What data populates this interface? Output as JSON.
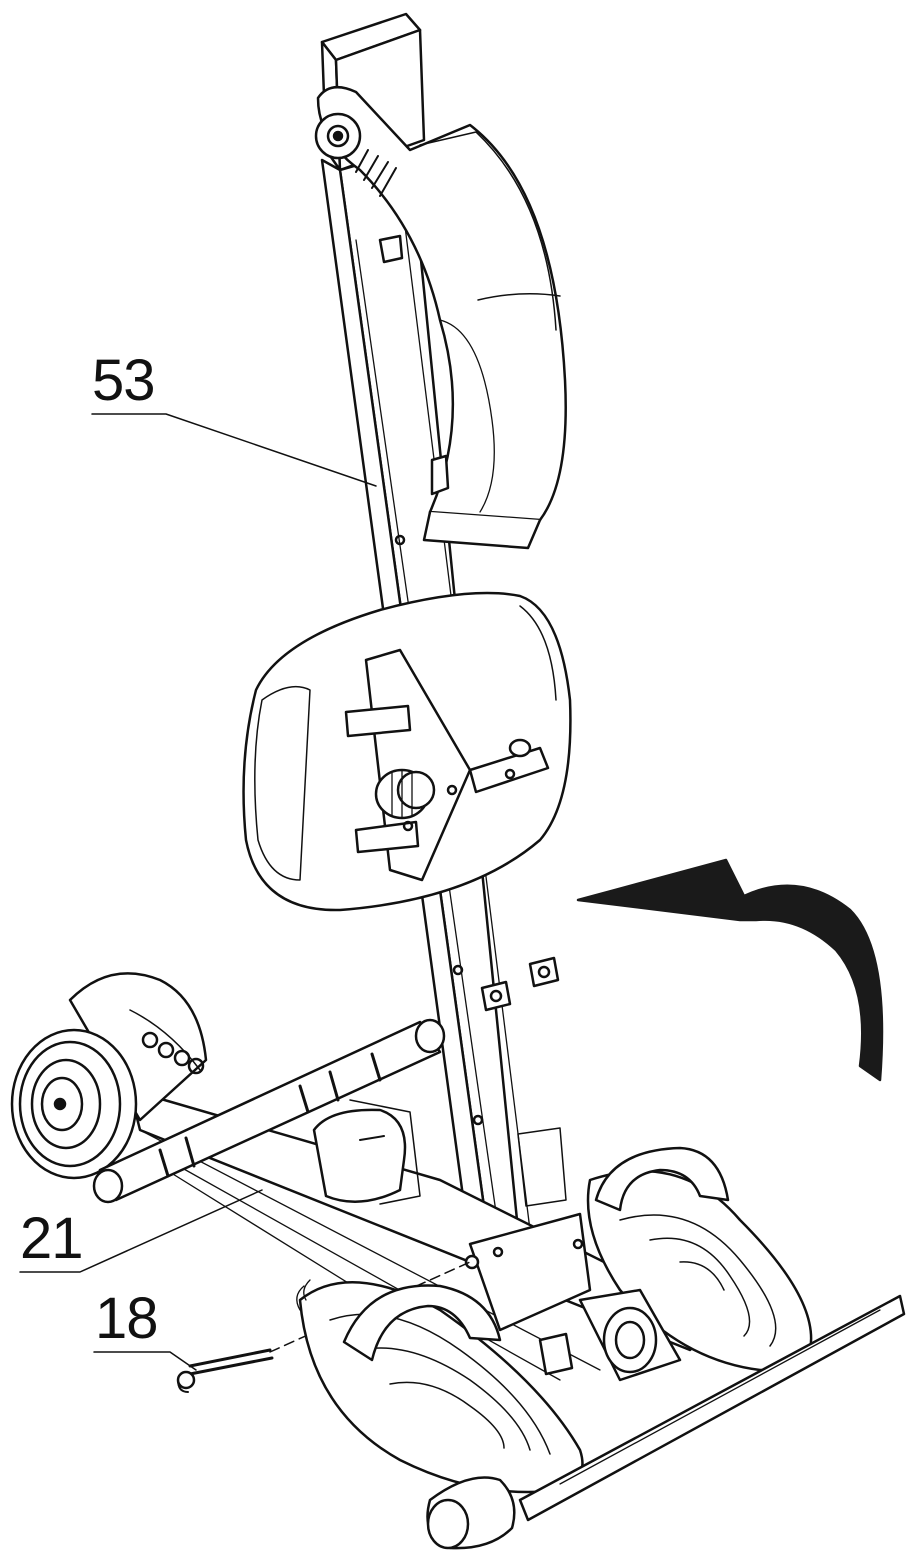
{
  "callouts": {
    "part_53": "53",
    "part_21": "21",
    "part_18": "18"
  },
  "colors": {
    "line": "#111111",
    "fill": "#ffffff",
    "arrow": "#1a1a1a"
  }
}
